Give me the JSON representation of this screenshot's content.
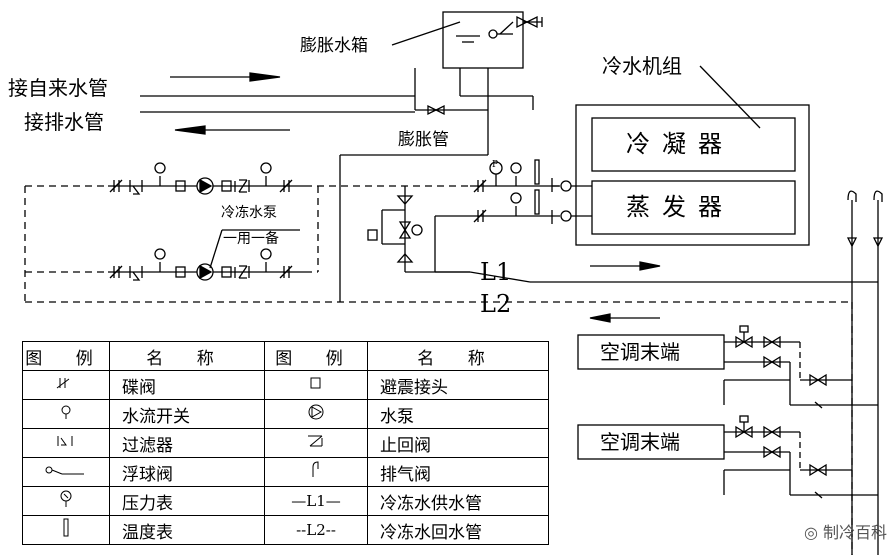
{
  "labels": {
    "expansion_tank": "膨胀水箱",
    "tap_water_inlet": "接自来水管",
    "drain_pipe": "接排水管",
    "expansion_pipe": "膨胀管",
    "chiller_unit": "冷水机组",
    "condenser": "冷凝器",
    "evaporator": "蒸发器",
    "chilled_water_pump": "冷冻水泵",
    "pump_standby": "一用一备",
    "supply_line": "L1",
    "return_line": "L2",
    "fcu_1": "空调末端",
    "fcu_2": "空调末端",
    "gauge_p": "P"
  },
  "legend": {
    "headers": [
      "图 例",
      "名 称",
      "图 例",
      "名 称"
    ],
    "rows": [
      {
        "icon_l": "butterfly-valve-icon",
        "name_l": "碟阀",
        "icon_r": "anti-vibration-joint-icon",
        "name_r": "避震接头"
      },
      {
        "icon_l": "flow-switch-icon",
        "name_l": "水流开关",
        "icon_r": "water-pump-icon",
        "name_r": "水泵"
      },
      {
        "icon_l": "strainer-icon",
        "name_l": "过滤器",
        "icon_r": "check-valve-icon",
        "name_r": "止回阀"
      },
      {
        "icon_l": "float-valve-icon",
        "name_l": "浮球阀",
        "icon_r": "air-vent-valve-icon",
        "name_r": "排气阀"
      },
      {
        "icon_l": "pressure-gauge-icon",
        "name_l": "压力表",
        "icon_r": "supply-line-icon",
        "name_r": "冷冻水供水管",
        "sym_r": "—L1—"
      },
      {
        "icon_l": "thermometer-icon",
        "name_l": "温度表",
        "icon_r": "return-line-icon",
        "name_r": "冷冻水回水管",
        "sym_r": "--L2--"
      }
    ]
  },
  "watermark": "制冷百科"
}
